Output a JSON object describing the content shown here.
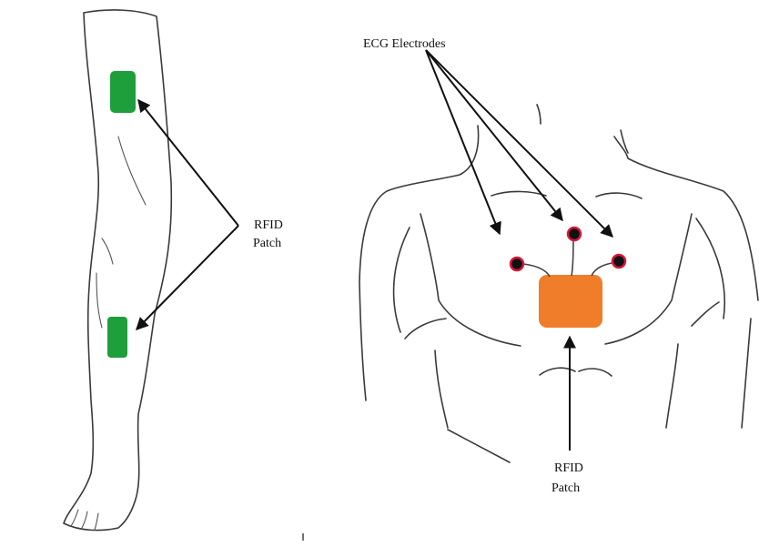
{
  "labels": {
    "ecg_electrodes": "ECG Electrodes",
    "leg_patch_line1": "RFID",
    "leg_patch_line2": "Patch",
    "chest_patch_line1": "RFID",
    "chest_patch_line2": "Patch"
  },
  "colors": {
    "skin": "#f6dccf",
    "skin_outline": "#3a3a3a",
    "green_patch": "#1f9e3c",
    "orange_patch": "#f07d2a",
    "electrode_fill": "#111111",
    "electrode_ring": "#d9183b",
    "arrow": "#111111"
  },
  "icons": {
    "leg": "leg-illustration-icon",
    "torso": "torso-outline-icon",
    "electrode": "ecg-electrode-icon",
    "green_patch": "rfid-patch-icon",
    "orange_patch": "rfid-patch-icon"
  }
}
